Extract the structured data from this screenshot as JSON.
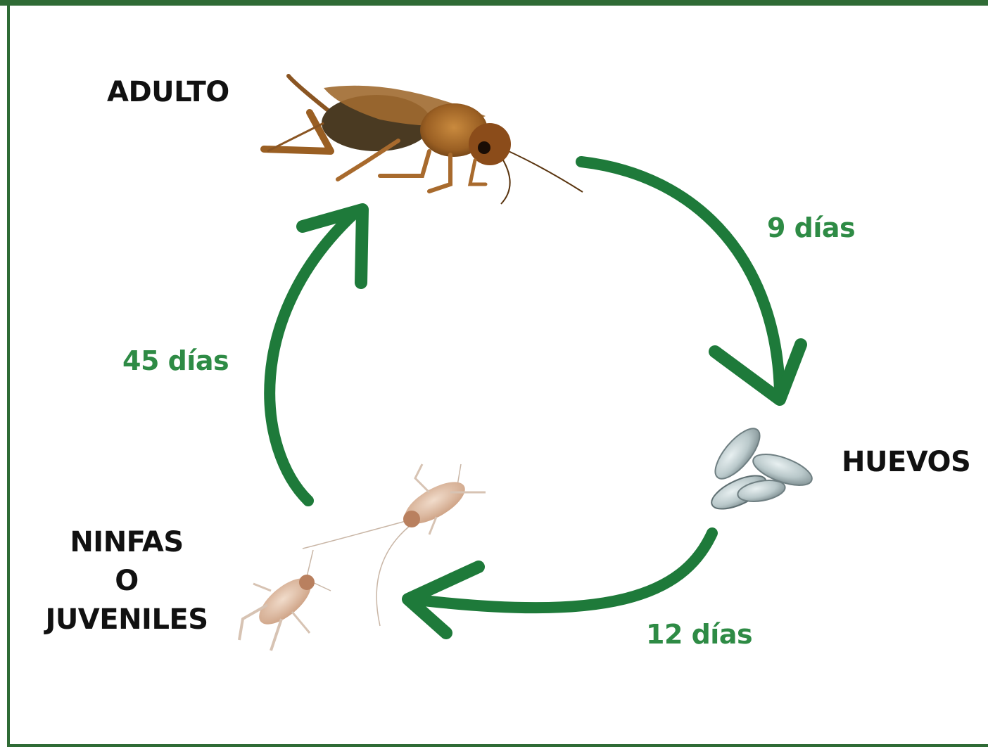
{
  "stages": {
    "adult": "ADULTO",
    "eggs": "HUEVOS",
    "nymphs_line1": "NINFAS",
    "nymphs_line2": "O",
    "nymphs_line3": "JUVENILES"
  },
  "durations": {
    "adult_to_eggs": "9 días",
    "eggs_to_nymphs": "12 días",
    "nymphs_to_adult": "45 días"
  },
  "colors": {
    "arrow": "#1e7a3a",
    "duration_text": "#2e8b45",
    "stage_text": "#111111",
    "border": "#2f6b35"
  },
  "icons": [
    "adult-cricket-icon",
    "eggs-icon",
    "nymph-icon"
  ]
}
